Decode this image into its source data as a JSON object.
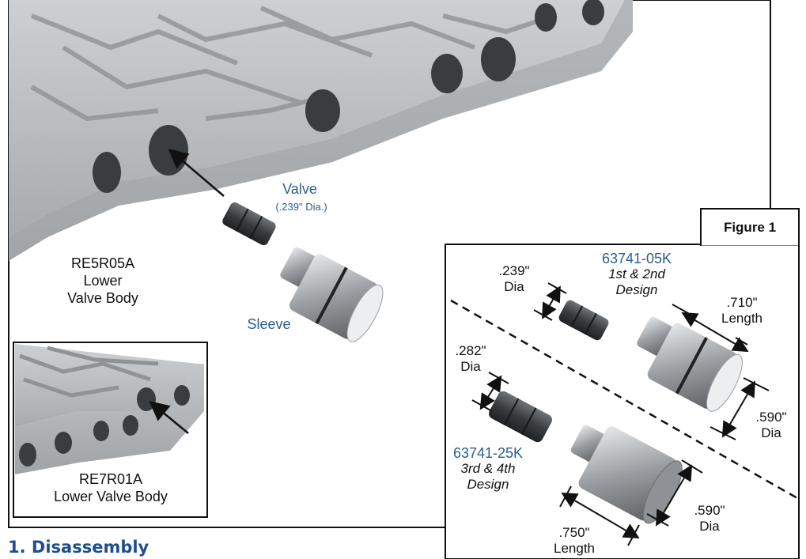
{
  "main": {
    "section_heading": "1. Disassembly",
    "valve_label": "Valve",
    "valve_dia": "(.239\" Dia.)",
    "sleeve_label": "Sleeve",
    "body_label_l1": "RE5R05A",
    "body_label_l2": "Lower",
    "body_label_l3": "Valve Body"
  },
  "inset": {
    "label_l1": "RE7R01A",
    "label_l2": "Lower Valve Body"
  },
  "figure": {
    "title": "Figure 1",
    "part1_number": "63741-05K",
    "part1_design_l1": "1st & 2nd",
    "part1_design_l2": "Design",
    "part2_number": "63741-25K",
    "part2_design_l1": "3rd & 4th",
    "part2_design_l2": "Design",
    "d239_l1": ".239\"",
    "d239_l2": "Dia",
    "d282_l1": ".282\"",
    "d282_l2": "Dia",
    "len710_l1": ".710\"",
    "len710_l2": "Length",
    "dia590a_l1": ".590\"",
    "dia590a_l2": "Dia",
    "dia590b_l1": ".590\"",
    "dia590b_l2": "Dia",
    "len750_l1": ".750\"",
    "len750_l2": "Length"
  },
  "colors": {
    "accent_blue": "#2b5d8e",
    "heading_blue": "#1f4e8c",
    "metal": "#b9bcbf"
  }
}
